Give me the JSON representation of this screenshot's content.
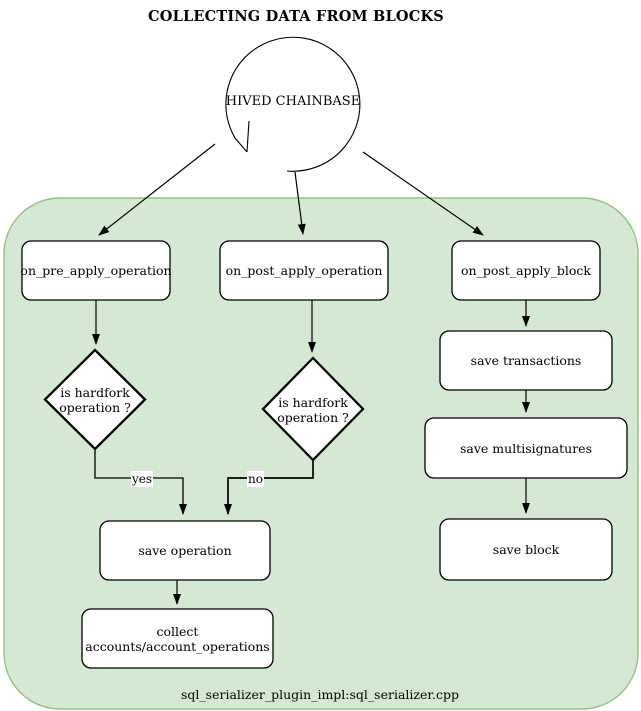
{
  "title": "COLLECTING DATA FROM BLOCKS",
  "source": {
    "label": "HIVED CHAINBASE"
  },
  "handlers": {
    "pre_apply_operation": "on_pre_apply_operation",
    "post_apply_operation": "on_post_apply_operation",
    "post_apply_block": "on_post_apply_block"
  },
  "decisions": {
    "left": {
      "line1": "is hardfork",
      "line2": "operation ?"
    },
    "right": {
      "line1": "is hardfork",
      "line2": "operation ?"
    }
  },
  "actions": {
    "save_operation": "save operation",
    "collect_line1": "collect",
    "collect_line2": "accounts/account_operations",
    "save_transactions": "save transactions",
    "save_multisignatures": "save multisignatures",
    "save_block": "save block"
  },
  "edge_labels": {
    "yes": "yes",
    "no": "no"
  },
  "footer": {
    "caption": "sql_serializer_plugin_impl:sql_serializer.cpp"
  },
  "colors": {
    "container_fill": "#d5e8d4",
    "container_stroke": "#97c27e",
    "node_fill": "#ffffff",
    "node_stroke": "#000000",
    "line": "#000000"
  }
}
